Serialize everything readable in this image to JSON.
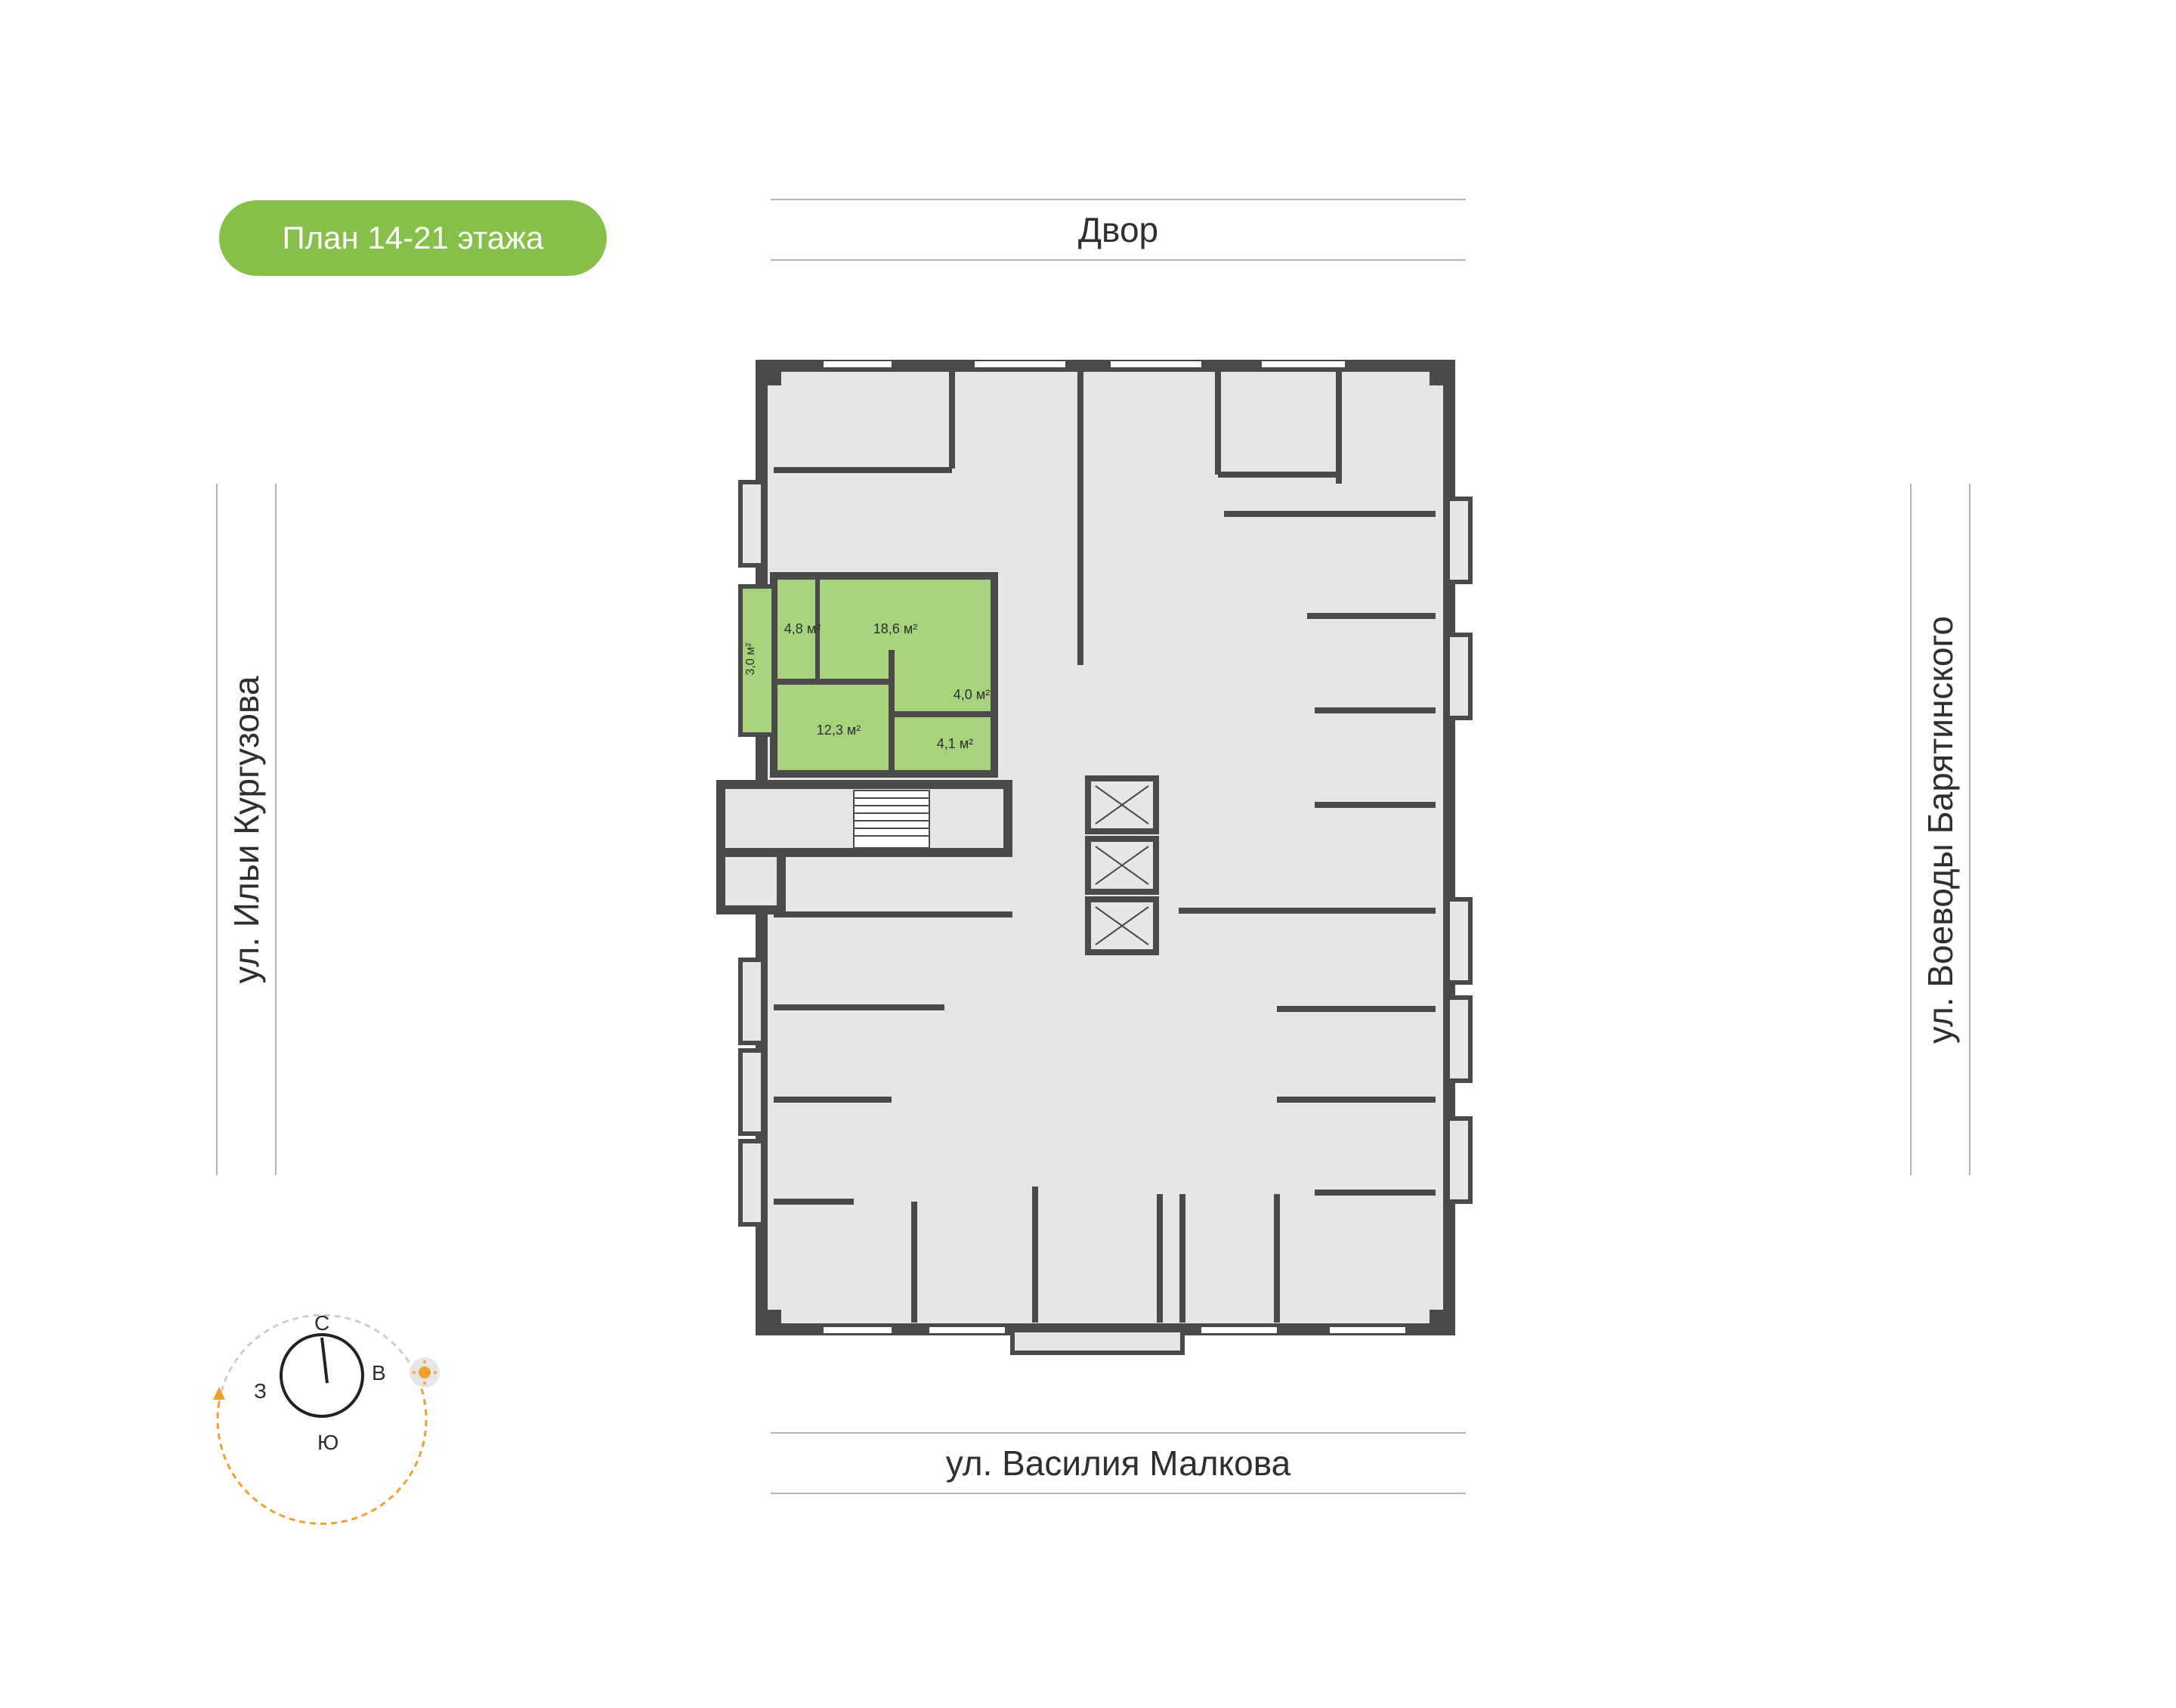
{
  "header": {
    "badge_label": "План 14-21 этажа"
  },
  "streets": {
    "top": "Двор",
    "bottom": "ул. Василия Малкова",
    "left": "ул. Ильи Кургузова",
    "right": "ул. Воеводы Барятинского"
  },
  "highlighted_apartment": {
    "rooms": [
      {
        "label": "4,8 м²"
      },
      {
        "label": "18,6 м²"
      },
      {
        "label": "3,0 м²"
      },
      {
        "label": "4,0 м²"
      },
      {
        "label": "12,3 м²"
      },
      {
        "label": "4,1 м²"
      }
    ]
  },
  "compass": {
    "north": "С",
    "south": "Ю",
    "west": "З",
    "east": "В"
  },
  "colors": {
    "accent_green": "#86c04a",
    "apartment_fill": "#a8d27c",
    "room_gray": "#e6e6e6",
    "wall_dark": "#4a4a4a",
    "sun_orange": "#f0a030"
  }
}
